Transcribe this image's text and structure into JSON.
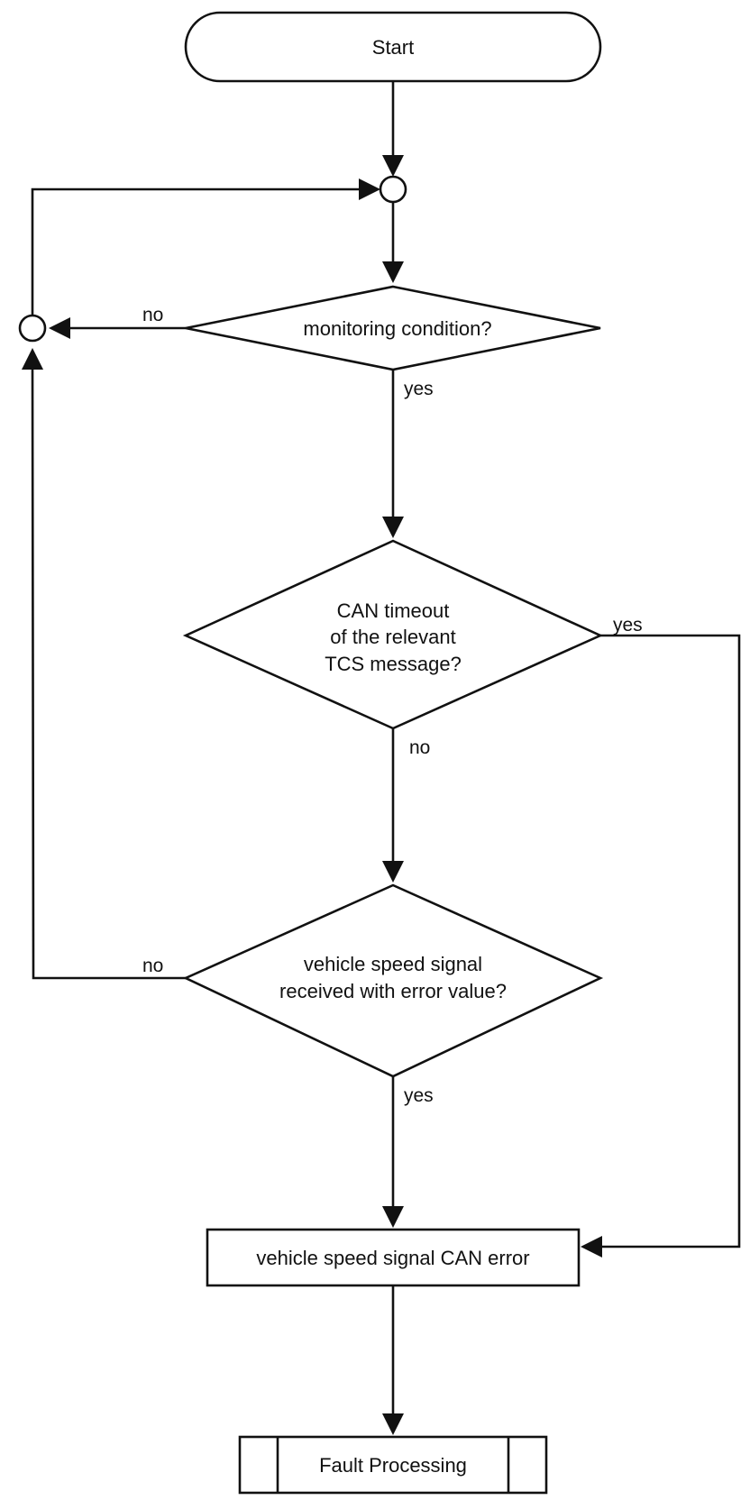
{
  "nodes": {
    "start": {
      "label": "Start"
    },
    "monitoring_condition": {
      "label": "monitoring condition?"
    },
    "can_timeout": {
      "lines": [
        "CAN timeout",
        "of the relevant",
        "TCS message?"
      ]
    },
    "speed_signal_error": {
      "lines": [
        "vehicle speed signal",
        "received with error value?"
      ]
    },
    "can_error": {
      "label": "vehicle speed signal CAN error"
    },
    "fault_processing": {
      "label": "Fault Processing"
    }
  },
  "edges": {
    "monitoring_no": "no",
    "monitoring_yes": "yes",
    "timeout_yes": "yes",
    "timeout_no": "no",
    "speed_no": "no",
    "speed_yes": "yes"
  }
}
